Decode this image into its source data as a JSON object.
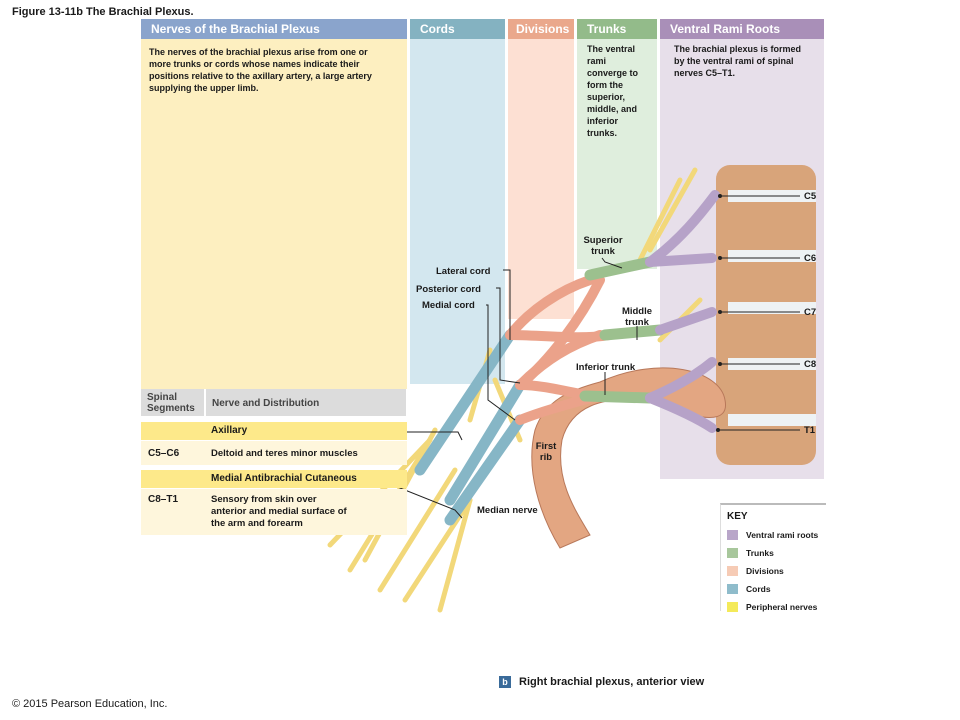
{
  "figure_title": "Figure 13-11b The Brachial Plexus.",
  "copyright": "© 2015 Pearson Education, Inc.",
  "columns": {
    "nerves": {
      "title": "Nerves of the Brachial Plexus",
      "text": "The nerves of the brachial plexus arise from one or more trunks or cords whose names indicate their positions relative to the axillary artery, a large artery supplying the upper limb."
    },
    "cords": {
      "title": "Cords"
    },
    "divisions": {
      "title": "Divisions"
    },
    "trunks": {
      "title": "Trunks",
      "text": "The ventral rami converge to form the superior, middle, and inferior trunks."
    },
    "ventral": {
      "title": "Ventral Rami Roots",
      "text": "The brachial plexus is formed by the ventral rami of spinal nerves",
      "range": "C5–T1."
    }
  },
  "table": {
    "header_segments": "Spinal Segments",
    "header_nerve": "Nerve and Distribution",
    "rows": [
      {
        "nerve": "Axillary",
        "segments": "C5–C6",
        "description": "Deltoid and teres minor muscles"
      },
      {
        "nerve": "Medial Antibrachial Cutaneous",
        "segments": "C8–T1",
        "description": "Sensory from skin over anterior and medial surface of the arm and forearm"
      }
    ]
  },
  "labels": {
    "lateral_cord": "Lateral cord",
    "posterior_cord": "Posterior cord",
    "medial_cord": "Medial cord",
    "superior_trunk": "Superior trunk",
    "middle_trunk": "Middle trunk",
    "inferior_trunk": "Inferior trunk",
    "first_rib": "First rib",
    "median_nerve": "Median nerve",
    "c5": "C5",
    "c6": "C6",
    "c7": "C7",
    "c8": "C8",
    "t1": "T1"
  },
  "key": {
    "title": "KEY",
    "items": [
      {
        "label": "Ventral rami roots",
        "color": "#b9a6c9"
      },
      {
        "label": "Trunks",
        "color": "#a8c79c"
      },
      {
        "label": "Divisions",
        "color": "#f6cbb5"
      },
      {
        "label": "Cords",
        "color": "#8fbccb"
      },
      {
        "label": "Peripheral nerves",
        "color": "#f4ea5a"
      }
    ]
  },
  "caption": {
    "badge": "b",
    "text": "Right brachial plexus, anterior view"
  },
  "colors": {
    "header_blue": "#8aa4cc",
    "cords_bg": "#d3e7ef",
    "divisions_bg": "#fde0d3",
    "trunks_bg": "#dfeedd",
    "ventral_bg": "#e7dfea",
    "nerves_bg": "#fdefc0"
  }
}
